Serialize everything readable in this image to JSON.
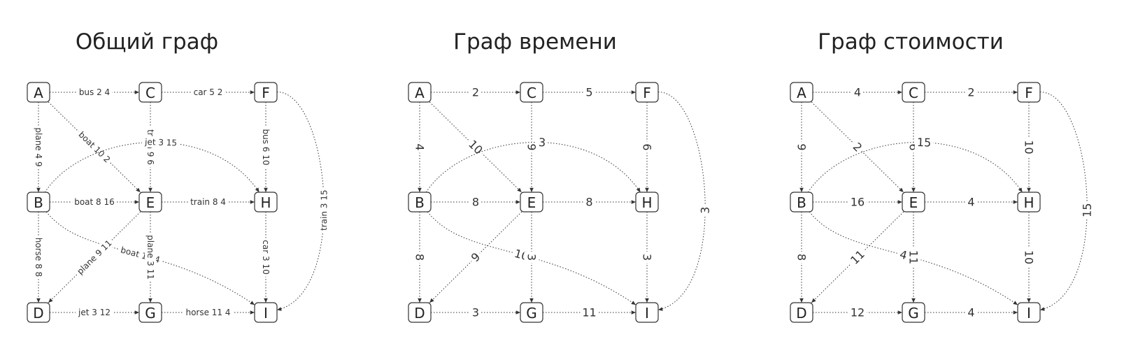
{
  "panels": [
    {
      "title": "Общий граф",
      "label_size": 12,
      "edges": [
        {
          "from": "A",
          "to": "C",
          "label": "bus 2 4"
        },
        {
          "from": "C",
          "to": "F",
          "label": "car 5 2"
        },
        {
          "from": "A",
          "to": "B",
          "label": "plane 4 9"
        },
        {
          "from": "A",
          "to": "E",
          "label": "boat 10 2"
        },
        {
          "from": "C",
          "to": "E",
          "label": "train 9 6"
        },
        {
          "from": "F",
          "to": "H",
          "label": "bus 6 10"
        },
        {
          "from": "F",
          "to": "I",
          "label": "train 3 15"
        },
        {
          "from": "B",
          "to": "H",
          "label": "jet 3 15"
        },
        {
          "from": "B",
          "to": "E",
          "label": "boat 8 16"
        },
        {
          "from": "E",
          "to": "H",
          "label": "train 8 4"
        },
        {
          "from": "B",
          "to": "D",
          "label": "horse 8 8"
        },
        {
          "from": "B",
          "to": "I",
          "label": "boat 10 4"
        },
        {
          "from": "E",
          "to": "D",
          "label": "plane 9 11"
        },
        {
          "from": "E",
          "to": "G",
          "label": "plane 3 11"
        },
        {
          "from": "H",
          "to": "I",
          "label": "car 3 10"
        },
        {
          "from": "D",
          "to": "G",
          "label": "jet 3 12"
        },
        {
          "from": "G",
          "to": "I",
          "label": "horse 11 4"
        }
      ]
    },
    {
      "title": "Граф времени",
      "label_size": 16,
      "edges": [
        {
          "from": "A",
          "to": "C",
          "label": "2"
        },
        {
          "from": "C",
          "to": "F",
          "label": "5"
        },
        {
          "from": "A",
          "to": "B",
          "label": "4"
        },
        {
          "from": "A",
          "to": "E",
          "label": "10"
        },
        {
          "from": "C",
          "to": "E",
          "label": "9"
        },
        {
          "from": "F",
          "to": "H",
          "label": "6"
        },
        {
          "from": "F",
          "to": "I",
          "label": "3"
        },
        {
          "from": "B",
          "to": "H",
          "label": "3"
        },
        {
          "from": "B",
          "to": "E",
          "label": "8"
        },
        {
          "from": "E",
          "to": "H",
          "label": "8"
        },
        {
          "from": "B",
          "to": "D",
          "label": "8"
        },
        {
          "from": "B",
          "to": "I",
          "label": "10"
        },
        {
          "from": "E",
          "to": "D",
          "label": "9"
        },
        {
          "from": "E",
          "to": "G",
          "label": "3"
        },
        {
          "from": "H",
          "to": "I",
          "label": "3"
        },
        {
          "from": "D",
          "to": "G",
          "label": "3"
        },
        {
          "from": "G",
          "to": "I",
          "label": "11"
        }
      ]
    },
    {
      "title": "Граф стоимости",
      "label_size": 16,
      "edges": [
        {
          "from": "A",
          "to": "C",
          "label": "4"
        },
        {
          "from": "C",
          "to": "F",
          "label": "2"
        },
        {
          "from": "A",
          "to": "B",
          "label": "9"
        },
        {
          "from": "A",
          "to": "E",
          "label": "2"
        },
        {
          "from": "C",
          "to": "E",
          "label": "6"
        },
        {
          "from": "F",
          "to": "H",
          "label": "10"
        },
        {
          "from": "F",
          "to": "I",
          "label": "15"
        },
        {
          "from": "B",
          "to": "H",
          "label": "15"
        },
        {
          "from": "B",
          "to": "E",
          "label": "16"
        },
        {
          "from": "E",
          "to": "H",
          "label": "4"
        },
        {
          "from": "B",
          "to": "D",
          "label": "8"
        },
        {
          "from": "B",
          "to": "I",
          "label": "4"
        },
        {
          "from": "E",
          "to": "D",
          "label": "11"
        },
        {
          "from": "E",
          "to": "G",
          "label": "11"
        },
        {
          "from": "H",
          "to": "I",
          "label": "10"
        },
        {
          "from": "D",
          "to": "G",
          "label": "12"
        },
        {
          "from": "G",
          "to": "I",
          "label": "4"
        }
      ]
    }
  ],
  "nodes": [
    "A",
    "B",
    "C",
    "D",
    "E",
    "F",
    "G",
    "H",
    "I"
  ]
}
